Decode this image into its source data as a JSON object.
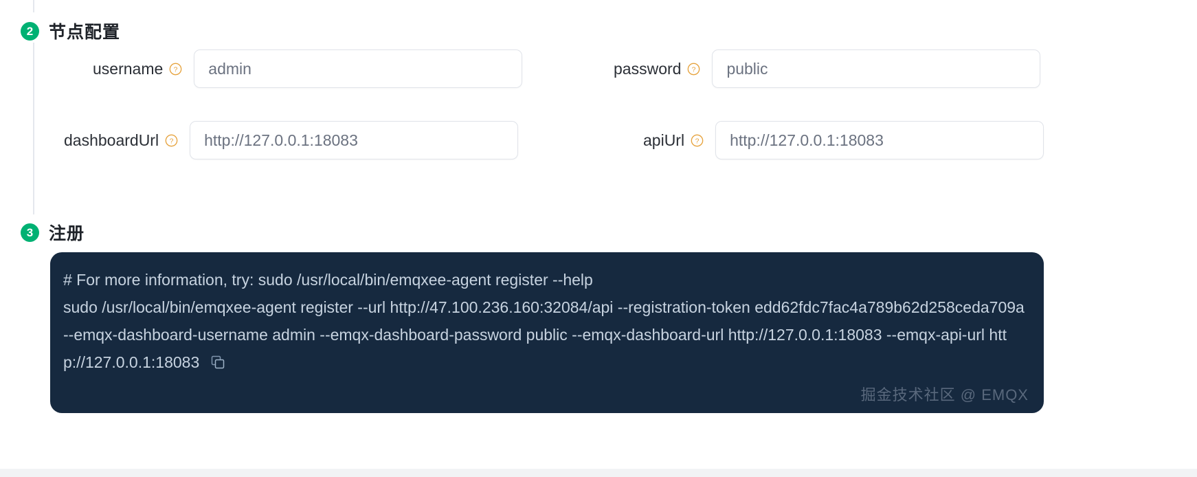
{
  "steps": [
    {
      "number": "2",
      "title": "节点配置"
    },
    {
      "number": "3",
      "title": "注册"
    }
  ],
  "form": {
    "fields": [
      {
        "label": "username",
        "value": "admin",
        "help": "help-icon"
      },
      {
        "label": "password",
        "value": "public",
        "help": "help-icon"
      },
      {
        "label": "dashboardUrl",
        "value": "http://127.0.0.1:18083",
        "help": "help-icon"
      },
      {
        "label": "apiUrl",
        "value": "http://127.0.0.1:18083",
        "help": "help-icon"
      }
    ]
  },
  "code_block": {
    "text": "# For more information, try: sudo /usr/local/bin/emqxee-agent register --help\nsudo /usr/local/bin/emqxee-agent register --url http://47.100.236.160:32084/api --registration-token edd62fdc7fac4a789b62d258ceda709a --emqx-dashboard-username admin --emqx-dashboard-password public --emqx-dashboard-url http://127.0.0.1:18083 --emqx-api-url http://127.0.0.1:18083",
    "copy_icon": "copy-icon",
    "watermark": "掘金技术社区 @ EMQX"
  },
  "colors": {
    "step_badge": "#00b173",
    "code_bg": "#16293f",
    "code_fg": "#c7d3e0",
    "help_icon": "#e6a23c",
    "input_border": "#e0e3e9",
    "rail": "#e4e7ed"
  }
}
